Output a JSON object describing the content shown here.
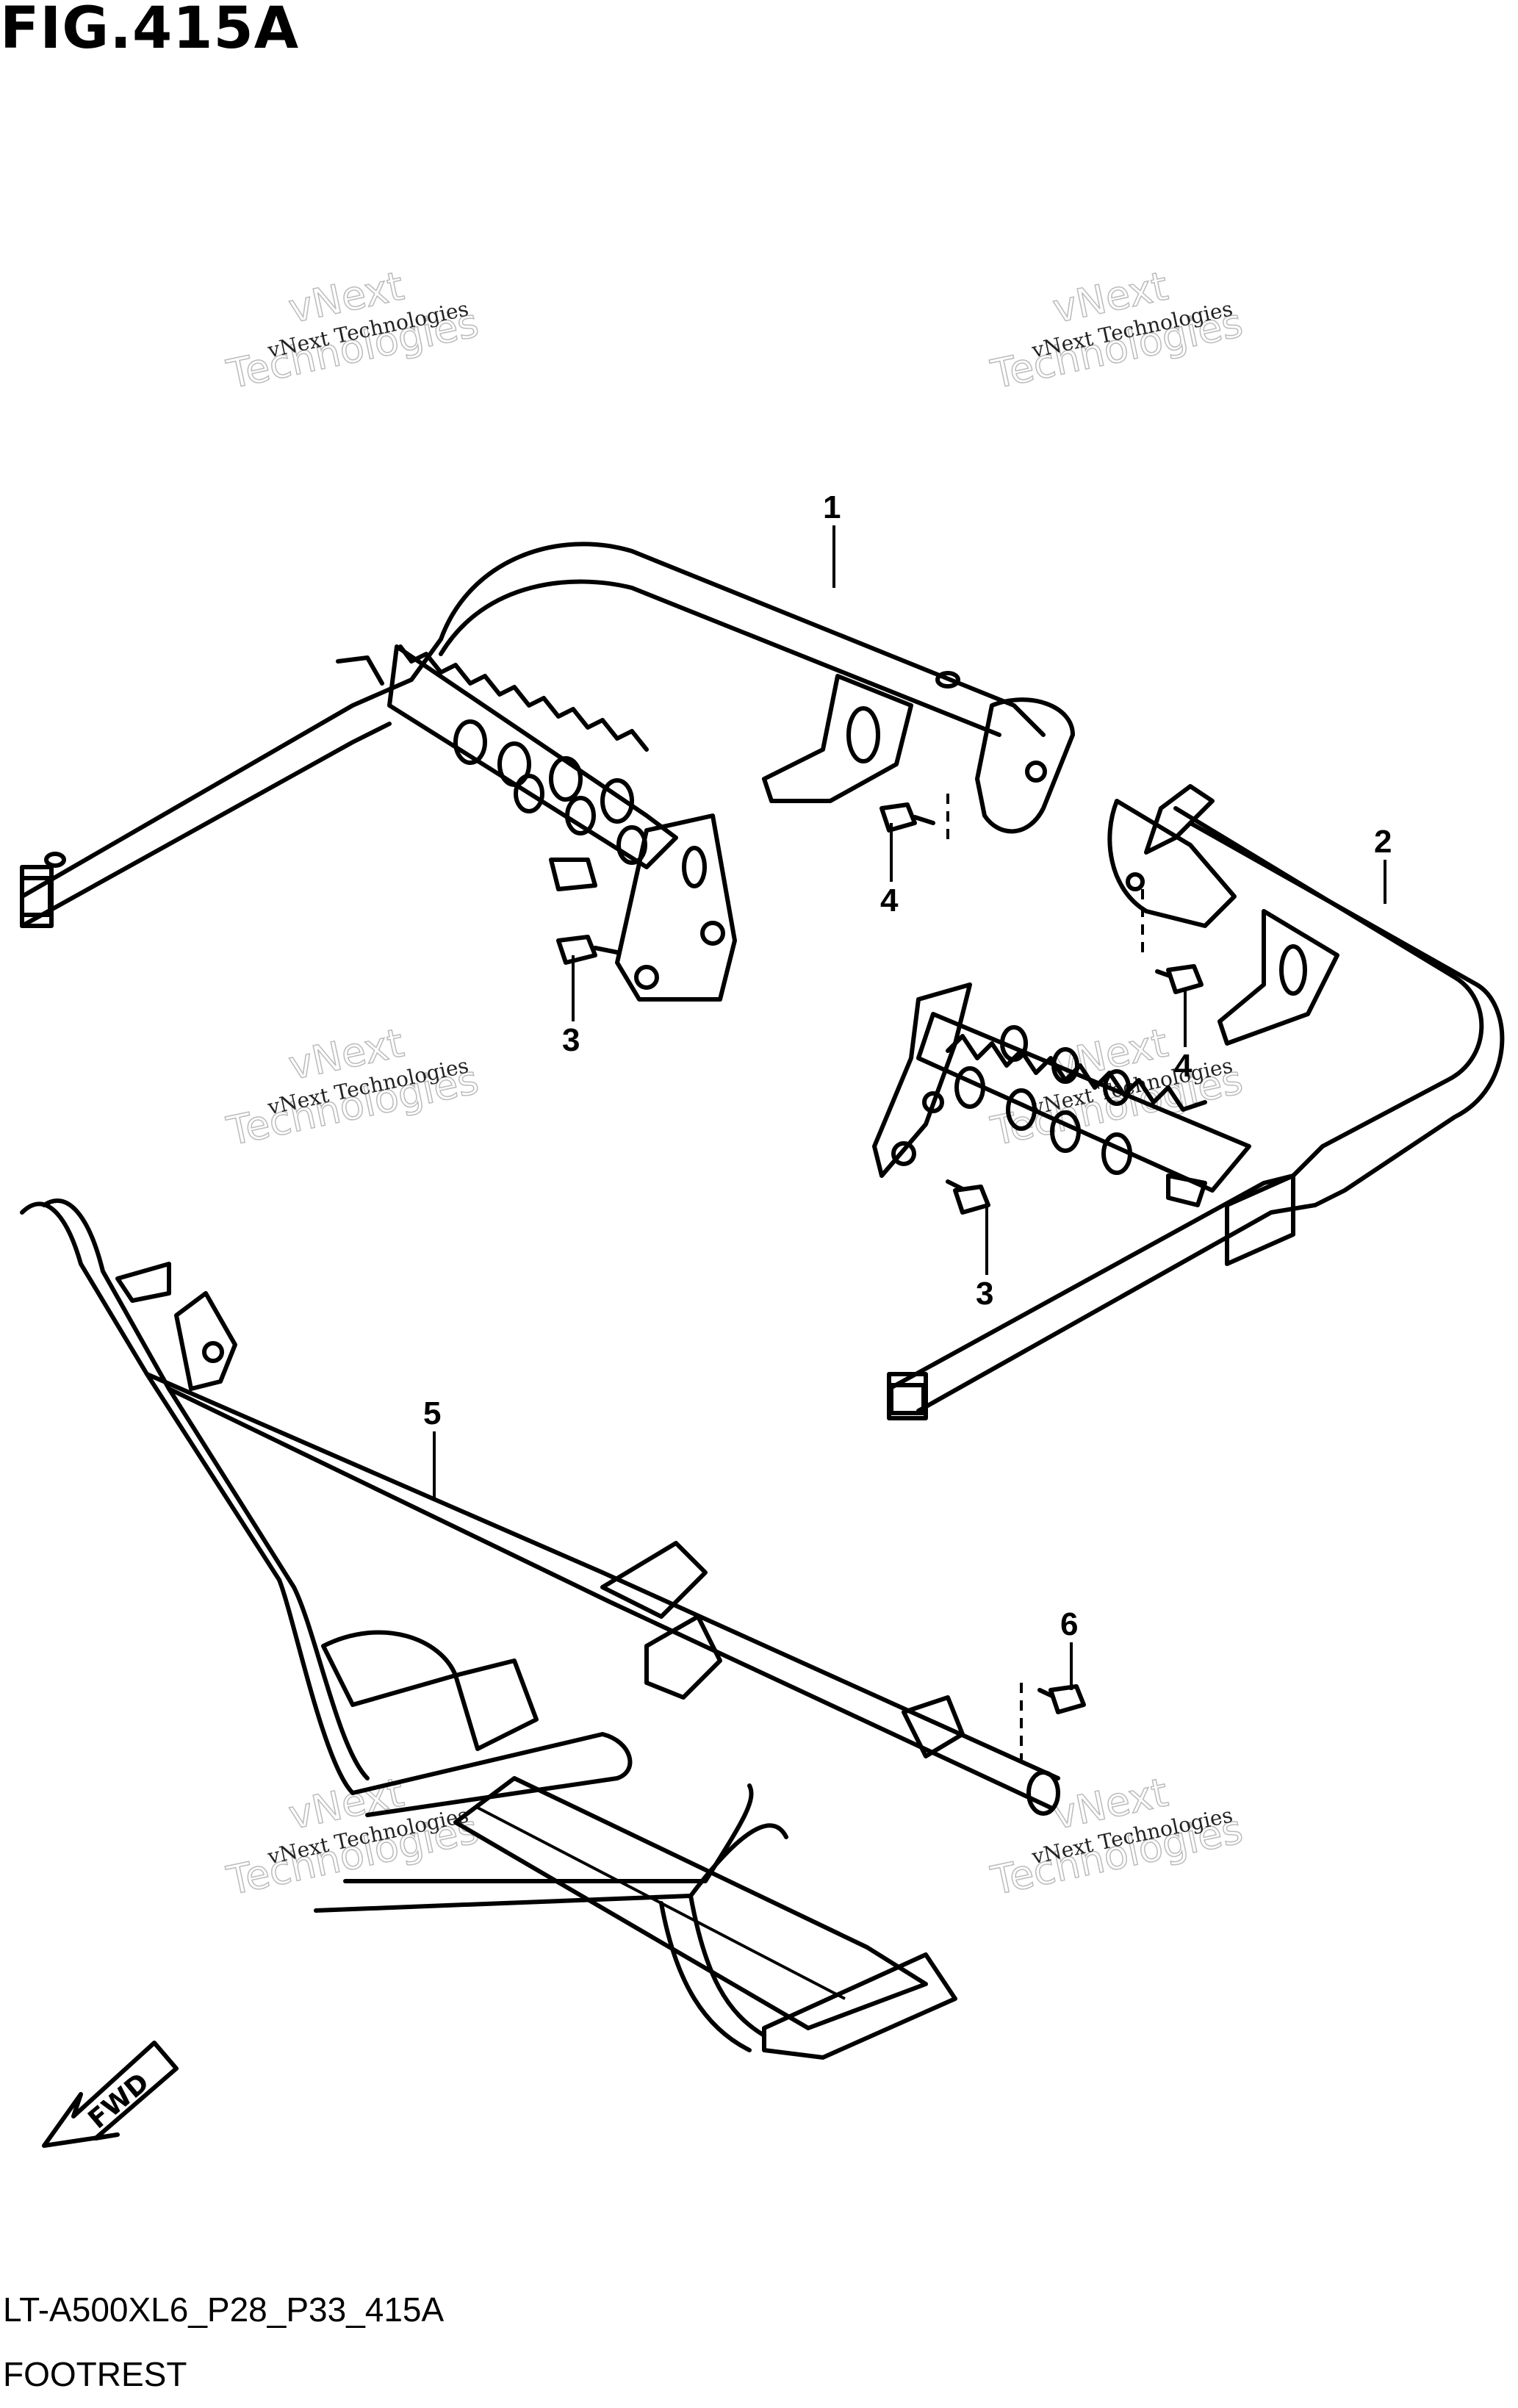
{
  "figure": {
    "title": "FIG.415A",
    "model_code": "LT-A500XL6_P28_P33_415A",
    "section_name": "FOOTREST"
  },
  "callouts": [
    "1",
    "2",
    "3",
    "4",
    "3",
    "4",
    "5",
    "6"
  ],
  "watermark": {
    "small_text": "vNext Technologies",
    "big_line1": "vNext",
    "big_line2": "Technologies"
  },
  "direction_label": "FWD"
}
